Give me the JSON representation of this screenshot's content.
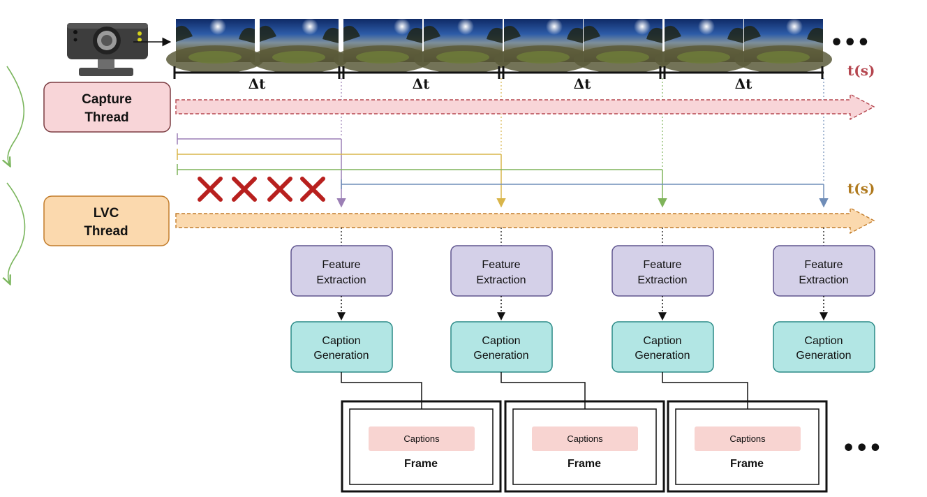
{
  "capture_thread": {
    "line1": "Capture",
    "line2": "Thread"
  },
  "lvc_thread": {
    "line1": "LVC",
    "line2": "Thread"
  },
  "interval_label": "Δt",
  "time_axis_label": "t(s)",
  "process_boxes": [
    {
      "line1": "Feature",
      "line2": "Extraction"
    },
    {
      "line1": "Caption",
      "line2": "Generation"
    }
  ],
  "output_frame": {
    "caption_label": "Captions",
    "frame_label": "Frame"
  },
  "ellipsis": "•••",
  "colors": {
    "capture_fill": "#f8d5d8",
    "capture_stroke": "#7a3b40",
    "lvc_fill": "#fbd9ae",
    "lvc_stroke": "#c27c2a",
    "feature_fill": "#d4d0e8",
    "feature_stroke": "#5e548e",
    "caption_fill": "#b2e6e4",
    "caption_stroke": "#2a8a86",
    "captions_chip": "#f8d4d1",
    "capture_axis": "#b5464f",
    "lvc_axis": "#b07a1e",
    "sync_lines": [
      "#9b7fb5",
      "#d9b54a",
      "#7fb45a",
      "#6f8db8"
    ],
    "reject_mark": "#b8201e",
    "flow_arrow": "#7ab55c"
  }
}
